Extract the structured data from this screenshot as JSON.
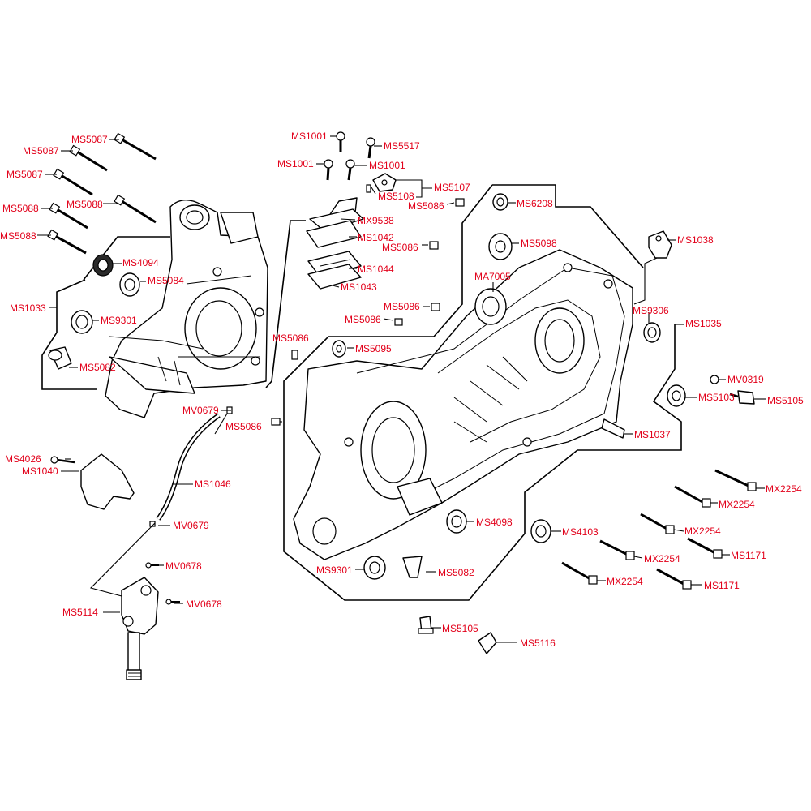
{
  "labels": {
    "ms5087_a": "MS5087",
    "ms5087_b": "MS5087",
    "ms5087_c": "MS5087",
    "ms5088_a": "MS5088",
    "ms5088_b": "MS5088",
    "ms5088_c": "MS5088",
    "ms4094": "MS4094",
    "ms5084": "MS5084",
    "ms1033": "MS1033",
    "ms9301_a": "MS9301",
    "ms5082_a": "MS5082",
    "ms4026": "MS4026",
    "ms1040": "MS1040",
    "mv0679_a": "MV0679",
    "ms5086_a": "MS5086",
    "ms5086_b": "MS5086",
    "ms1046": "MS1046",
    "mv0679_b": "MV0679",
    "mv0678_a": "MV0678",
    "mv0678_b": "MV0678",
    "ms5114": "MS5114",
    "ms1001_a": "MS1001",
    "ms1001_b": "MS1001",
    "ms1001_c": "MS1001",
    "ms5517": "MS5517",
    "ms5107": "MS5107",
    "ms5108": "MS5108",
    "ms5086_c": "MS5086",
    "mx9538": "MX9538",
    "ms1042": "MS1042",
    "ms5086_d": "MS5086",
    "ms1044": "MS1044",
    "ms1043": "MS1043",
    "ms5086_e": "MS5086",
    "ms5086_f": "MS5086",
    "ms5095": "MS5095",
    "ms6208": "MS6208",
    "ms5098": "MS5098",
    "ms1038": "MS1038",
    "ma7005": "MA7005",
    "ms9306": "MS9306",
    "ms1035": "MS1035",
    "mv0319": "MV0319",
    "ms5103": "MS5103",
    "ms5105_a": "MS5105",
    "ms1037": "MS1037",
    "mx2254_a": "MX2254",
    "mx2254_b": "MX2254",
    "mx2254_c": "MX2254",
    "mx2254_d": "MX2254",
    "mx2254_e": "MX2254",
    "ms1171_a": "MS1171",
    "ms1171_b": "MS1171",
    "ms4098": "MS4098",
    "ms4103": "MS4103",
    "ms9301_b": "MS9301",
    "ms5082_b": "MS5082",
    "ms5105_b": "MS5105",
    "ms5116": "MS5116"
  },
  "colors": {
    "label": "#e2001a",
    "line": "#000000",
    "background": "#ffffff"
  }
}
